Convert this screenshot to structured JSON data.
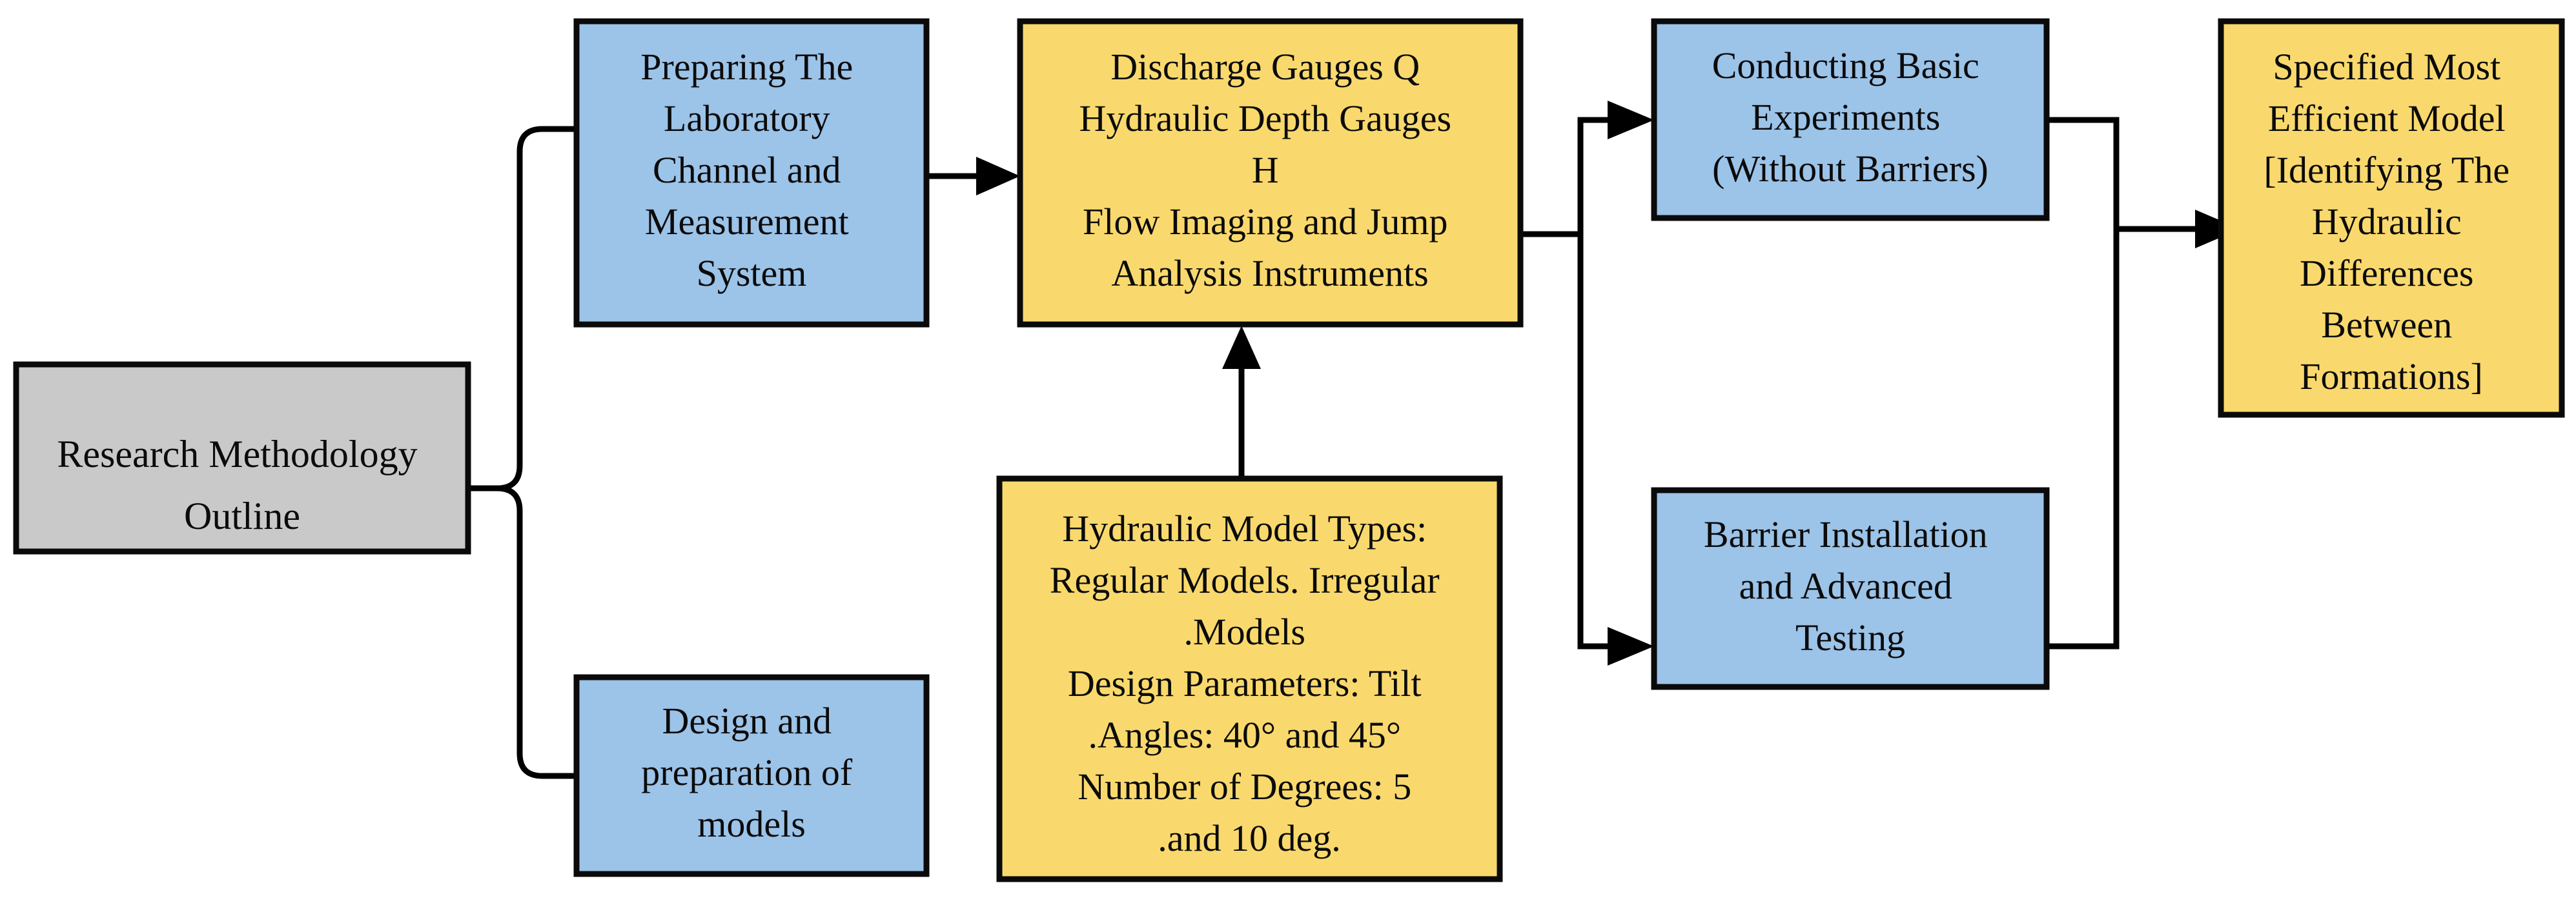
{
  "diagram": {
    "title": "Research Methodology Outline",
    "colors": {
      "gray_fill": "#c9c9c9",
      "blue_fill": "#9cc3e8",
      "yellow_fill": "#f9d96d",
      "border": "#0a0a0a",
      "background": "#ffffff",
      "text": "#0b0b0b"
    }
  },
  "nodes": {
    "start": {
      "id": "research-methodology-outline",
      "shape": "rectangle",
      "fill": "gray",
      "lines": [
        "Research Methodology",
        "Outline"
      ]
    },
    "lab_channel": {
      "id": "preparing-laboratory-channel",
      "shape": "rectangle",
      "fill": "blue",
      "lines": [
        "Preparing The",
        "Laboratory",
        "Channel and",
        "Measurement",
        "System"
      ]
    },
    "design_models": {
      "id": "design-preparation-models",
      "shape": "rectangle",
      "fill": "blue",
      "lines": [
        "Design and",
        "preparation of",
        "models"
      ]
    },
    "instruments": {
      "id": "discharge-gauges-instruments",
      "shape": "rectangle",
      "fill": "yellow",
      "lines": [
        "Discharge Gauges Q",
        "Hydraulic Depth Gauges",
        "H",
        "Flow Imaging and Jump",
        "Analysis Instruments"
      ]
    },
    "model_types": {
      "id": "hydraulic-model-types",
      "shape": "rectangle",
      "fill": "yellow",
      "lines": [
        "Hydraulic Model Types:",
        "Regular Models. Irregular",
        ".Models",
        "Design Parameters: Tilt",
        ".Angles: 40° and 45°",
        "Number of Degrees: 5",
        ".and 10 deg."
      ]
    },
    "basic_experiments": {
      "id": "conducting-basic-experiments",
      "shape": "rectangle",
      "fill": "blue",
      "lines": [
        "Conducting Basic",
        "Experiments",
        "(Without Barriers)"
      ]
    },
    "barrier_testing": {
      "id": "barrier-installation-advanced-testing",
      "shape": "rectangle",
      "fill": "blue",
      "lines": [
        "Barrier Installation",
        "and Advanced",
        "Testing"
      ]
    },
    "result": {
      "id": "specified-most-efficient-model",
      "shape": "rectangle",
      "fill": "yellow",
      "lines": [
        "Specified Most",
        "Efficient Model",
        "[Identifying The",
        "Hydraulic",
        "Differences",
        "Between",
        "Formations]"
      ]
    }
  },
  "edges": [
    {
      "id": "start-to-lab-channel",
      "from": "start",
      "to": "lab_channel",
      "style": "orthogonal-rounded",
      "arrow": true
    },
    {
      "id": "start-to-design-models",
      "from": "start",
      "to": "design_models",
      "style": "orthogonal-rounded",
      "arrow": true
    },
    {
      "id": "lab-channel-to-instruments",
      "from": "lab_channel",
      "to": "instruments",
      "style": "straight",
      "arrow": true
    },
    {
      "id": "model-types-to-instruments",
      "from": "model_types",
      "to": "instruments",
      "style": "straight-vertical",
      "arrow": true
    },
    {
      "id": "instruments-to-basic-experiments",
      "from": "instruments",
      "to": "basic_experiments",
      "style": "orthogonal",
      "arrow": true
    },
    {
      "id": "instruments-to-barrier-testing",
      "from": "instruments",
      "to": "barrier_testing",
      "style": "orthogonal",
      "arrow": true
    },
    {
      "id": "experiments-merge-to-result",
      "from": "basic_experiments+barrier_testing",
      "to": "result",
      "style": "orthogonal-merge",
      "arrow": true
    }
  ]
}
